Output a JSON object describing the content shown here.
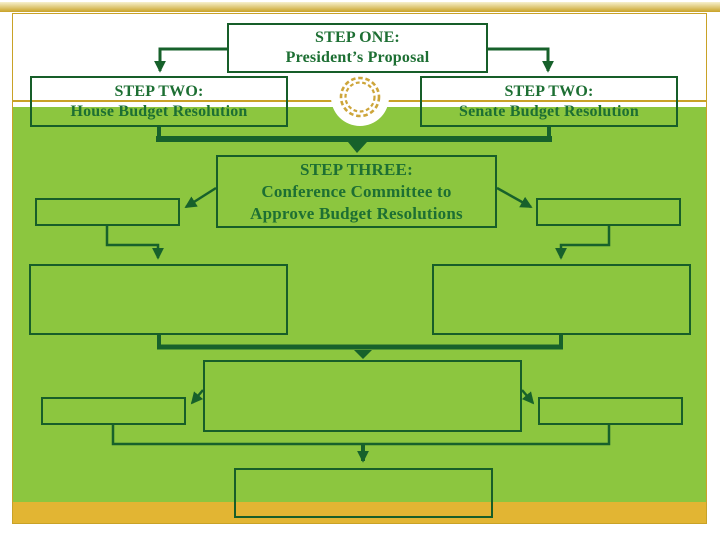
{
  "diagram": {
    "nodes": {
      "step_one": {
        "title": "STEP ONE:",
        "subtitle": "President’s Proposal"
      },
      "step_two_house": {
        "title": "STEP TWO:",
        "subtitle": "House Budget Resolution"
      },
      "step_two_senate": {
        "title": "STEP TWO:",
        "subtitle": "Senate Budget Resolution"
      },
      "step_three": {
        "title": "STEP THREE:",
        "subtitle": "Conference Committee to",
        "subtitle2": "Approve Budget Resolutions"
      }
    },
    "empty_node_count": 8,
    "edges": [
      "step_one -> step_two_house",
      "step_one -> step_two_senate",
      "step_two_house & step_two_senate -> step_three",
      "step_three -> empty-node-top-left",
      "step_three -> empty-node-top-right",
      "empty-node-top-left -> empty-node-mid-left",
      "empty-node-top-right -> empty-node-mid-right",
      "empty-node-mid-left & empty-node-mid-right -> empty-node-center",
      "empty-node-center -> empty-node-bottom-left",
      "empty-node-center -> empty-node-bottom-right",
      "empty-node-bottom-left & empty-node-bottom-right -> empty-node-final"
    ]
  },
  "colors": {
    "background_green": "#8CC63F",
    "line_dark_green": "#17612B",
    "text_green": "#1D6F33",
    "gold_accent": "#C9A227",
    "gold_bar": "#E2B533",
    "white": "#FFFFFF"
  },
  "icons": {
    "ornament": "gold-ring-icon"
  }
}
